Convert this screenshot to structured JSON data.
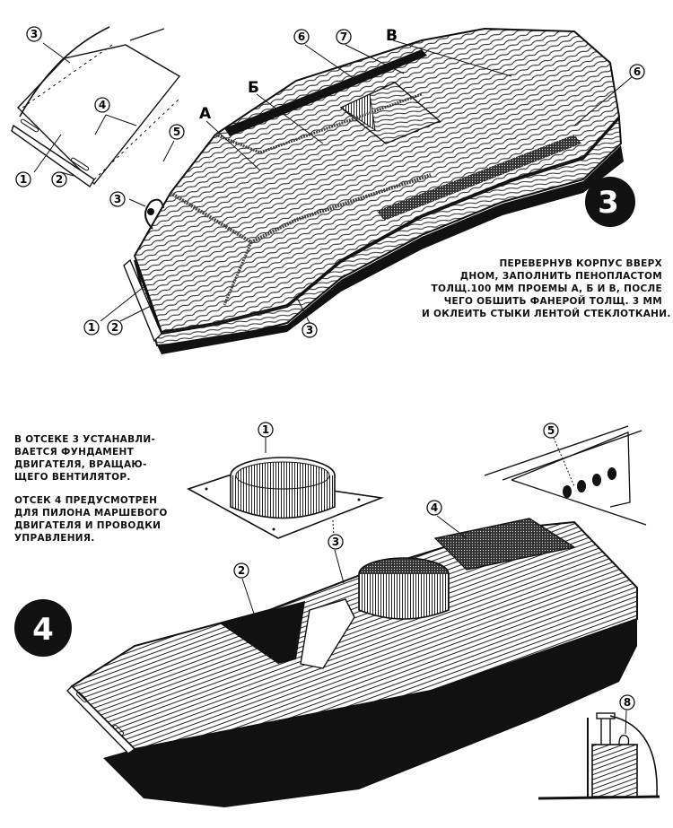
{
  "figure3": {
    "number": "3",
    "caption_lines": [
      "ПЕРЕВЕРНУВ КОРПУС ВВЕРХ",
      "ДНОМ, ЗАПОЛНИТЬ ПЕНОПЛАСТОМ",
      "ТОЛЩ.100 мм ПРОЕМЫ А, Б и В, ПОСЛЕ",
      "ЧЕГО ОБШИТЬ ФАНЕРОЙ ТОЛЩ. 3 мм",
      "И ОКЛЕИТЬ СТЫКИ ЛЕНТОЙ СТЕКЛОТКАНИ."
    ],
    "section_letters": [
      "А",
      "Б",
      "В"
    ],
    "callouts": [
      "1",
      "2",
      "3",
      "4",
      "5",
      "6",
      "7"
    ]
  },
  "figure4": {
    "number": "4",
    "caption_block1": [
      "В ОТСЕКЕ 3 УСТАНАВЛИ-",
      "ВАЕТСЯ ФУНДАМЕНТ",
      "ДВИГАТЕЛЯ, ВРАЩАЮ-",
      "ЩЕГО ВЕНТИЛЯТОР."
    ],
    "caption_block2": [
      "ОТСЕК 4 ПРЕДУСМОТРЕН",
      "ДЛЯ ПИЛОНА МАРШЕВОГО",
      "ДВИГАТЕЛЯ И ПРОВОДКИ",
      "УПРАВЛЕНИЯ."
    ],
    "callouts": [
      "1",
      "2",
      "3",
      "4",
      "5",
      "8"
    ]
  },
  "labels": {
    "f3_c3a": "3",
    "f3_c4": "4",
    "f3_c1a": "1",
    "f3_c2a": "2",
    "f3_c5": "5",
    "f3_c3b": "3",
    "f3_c1b": "1",
    "f3_c2b": "2",
    "f3_c3c": "3",
    "f3_c6a": "6",
    "f3_c7": "7",
    "f3_c6b": "6",
    "f3_A": "А",
    "f3_B": "Б",
    "f3_V": "В",
    "f4_c1": "1",
    "f4_c2": "2",
    "f4_c3": "3",
    "f4_c4": "4",
    "f4_c5": "5",
    "f4_c8": "8"
  }
}
